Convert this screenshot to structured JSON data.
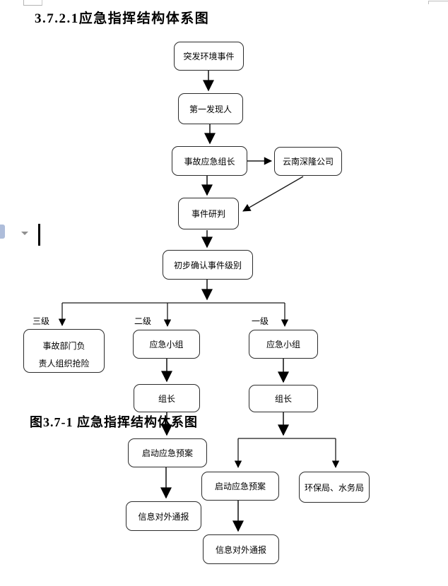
{
  "page": {
    "heading": "3.7.2.1应急指挥结构体系图",
    "figure_caption": "图3.7-1 应急指挥结构体系图"
  },
  "flowchart": {
    "nodes": {
      "event": {
        "label": "突发环境事件"
      },
      "discoverer": {
        "label": "第一发现人"
      },
      "leader": {
        "label": "事故应急组长"
      },
      "company": {
        "label": "云南深隆公司"
      },
      "research": {
        "label": "事件研判"
      },
      "confirm": {
        "label": "初步确认事件级别"
      },
      "dept": {
        "line1": "事故部门负",
        "line2": "责人组织抢险"
      },
      "team_level2": {
        "label": "应急小组"
      },
      "team_level1": {
        "label": "应急小组"
      },
      "leader_level2": {
        "label": "组长"
      },
      "leader_level1": {
        "label": "组长"
      },
      "plan_level2": {
        "label": "启动应急预案"
      },
      "plan_level1": {
        "label": "启动应急预案"
      },
      "bureau": {
        "label": "环保局、水务局"
      },
      "report_level2": {
        "label": "信息对外通报"
      },
      "report_level1": {
        "label": "信息对外通报"
      }
    },
    "branch_labels": {
      "level3": "三级",
      "level2": "二级",
      "level1": "一级"
    }
  },
  "colors": {
    "box_border": "#2b2b2b",
    "arrow": "#000000",
    "stem": "#4a4a4a",
    "autocorrect_chip": "#aebdda"
  }
}
